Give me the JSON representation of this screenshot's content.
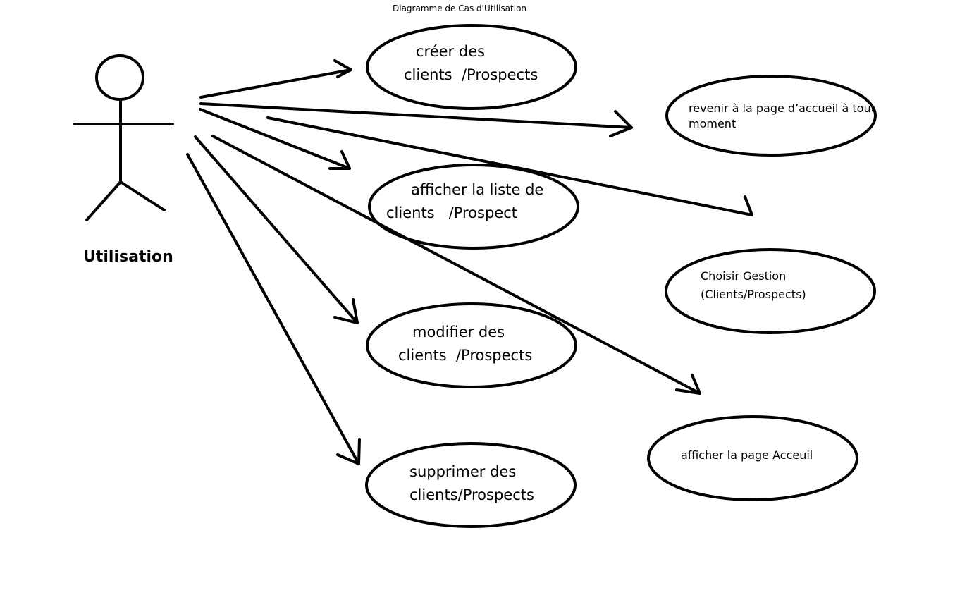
{
  "diagram": {
    "title": "Diagramme de Cas d'Utilisation",
    "actor": {
      "label": "Utilisation"
    },
    "use_cases": [
      {
        "id": "creer",
        "line1": "créer des",
        "line2": "clients  /Prospects"
      },
      {
        "id": "revenir",
        "line1": "revenir à la page d’accueil à tout",
        "line2": "moment"
      },
      {
        "id": "afficher-liste",
        "line1": "afficher la liste de",
        "line2": "clients   /Prospect"
      },
      {
        "id": "choisir",
        "line1": "Choisir Gestion",
        "line2": "(Clients/Prospects)"
      },
      {
        "id": "modifier",
        "line1": "modifier des",
        "line2": "clients  /Prospects"
      },
      {
        "id": "afficher-accueil",
        "line1": "afficher la page Acceuil",
        "line2": ""
      },
      {
        "id": "supprimer",
        "line1": "supprimer des",
        "line2": "clients/Prospects"
      }
    ],
    "colors": {
      "stroke": "#000000",
      "background": "#ffffff"
    }
  }
}
